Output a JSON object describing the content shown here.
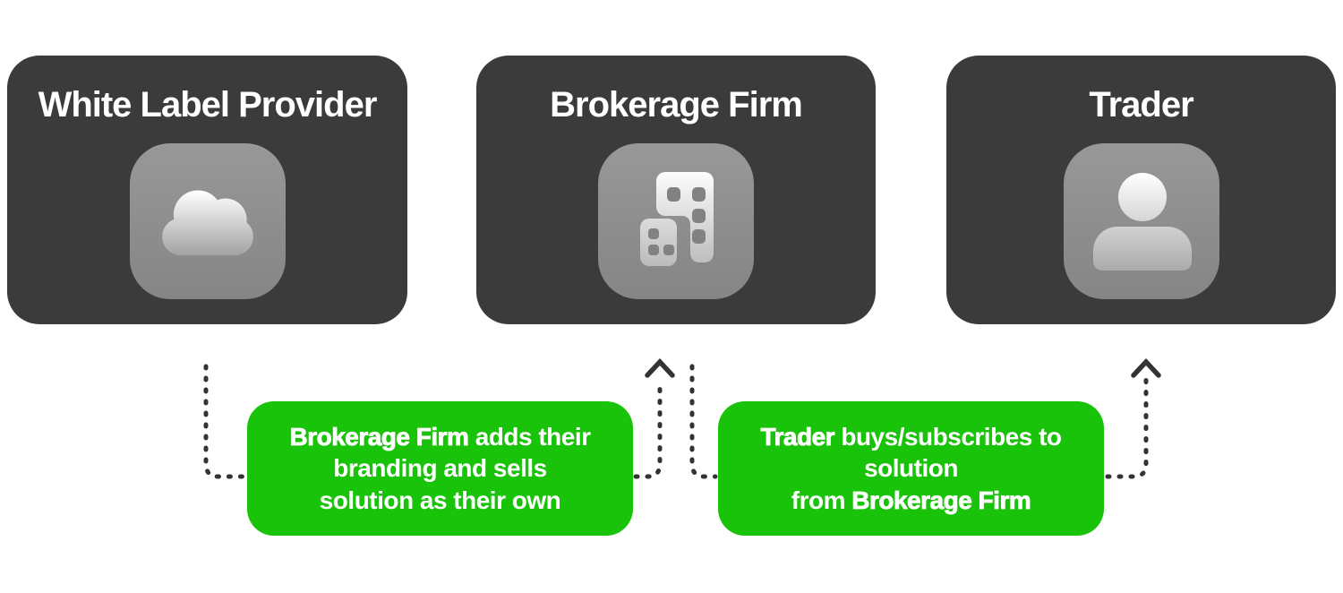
{
  "colors": {
    "background": "#ffffff",
    "card_bg": "#3B3B3C",
    "icon_tile_bg": "#8E8E8E",
    "callout_bg": "#19C30A",
    "connector": "#333333",
    "text": "#ffffff"
  },
  "cards": [
    {
      "title": "White Label Provider",
      "icon": "cloud-icon"
    },
    {
      "title": "Brokerage Firm",
      "icon": "buildings-icon"
    },
    {
      "title": "Trader",
      "icon": "person-icon"
    }
  ],
  "callouts": [
    {
      "lines": [
        [
          {
            "text": "Brokerage Firm",
            "strong": true
          },
          {
            "text": " adds their",
            "strong": false
          }
        ],
        [
          {
            "text": "branding and sells",
            "strong": false
          }
        ],
        [
          {
            "text": "solution as their own",
            "strong": false
          }
        ]
      ]
    },
    {
      "lines": [
        [
          {
            "text": "Trader",
            "strong": true
          },
          {
            "text": " buys/subscribes to",
            "strong": false
          }
        ],
        [
          {
            "text": "solution",
            "strong": false
          }
        ],
        [
          {
            "text": "from ",
            "strong": false
          },
          {
            "text": "Brokerage Firm",
            "strong": true
          }
        ]
      ]
    }
  ]
}
